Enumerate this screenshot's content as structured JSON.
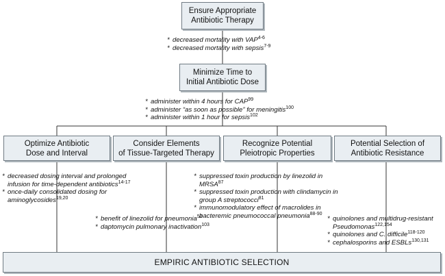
{
  "nodes": {
    "ensure": {
      "lines": [
        "Ensure Appropriate",
        "Antibiotic Therapy"
      ]
    },
    "minimize": {
      "lines": [
        "Minimize Time to",
        "Initial Antibiotic Dose"
      ]
    },
    "optimize": {
      "lines": [
        "Optimize Antibiotic",
        "Dose and Interval"
      ]
    },
    "tissue": {
      "lines": [
        "Consider Elements",
        "of Tissue-Targeted Therapy"
      ]
    },
    "pleiotropic": {
      "lines": [
        "Recognize Potential",
        "Pleiotropic Properties"
      ]
    },
    "resistance": {
      "lines": [
        "Potential Selection of",
        "Antibiotic Resistance"
      ]
    },
    "empiric": {
      "lines": [
        "EMPIRIC ANTIBIOTIC SELECTION"
      ]
    }
  },
  "notes": {
    "ensure": [
      {
        "text": "decreased mortality with VAP",
        "ref": "4-6"
      },
      {
        "text": "decreased mortality with sepsis",
        "ref": "7-9"
      }
    ],
    "minimize": [
      {
        "text": "administer within 4 hours for CAP",
        "ref": "99"
      },
      {
        "text": "administer “as soon as possible” for meningitis",
        "ref": "100"
      },
      {
        "text": "administer within 1 hour for sepsis",
        "ref": "102"
      }
    ],
    "optimize": [
      {
        "text": "decreased dosing interval and prolonged infusion for time-dependent antibiotics",
        "ref": "14-17"
      },
      {
        "text": "once-daily consolidated dosing for aminoglycosides",
        "ref": "19,20"
      }
    ],
    "tissue": [
      {
        "text": "benefit of linezolid for pneumonia",
        "ref": "52"
      },
      {
        "text": "daptomycin pulmonary inactivation",
        "ref": "103"
      }
    ],
    "pleiotropic": [
      {
        "text": "suppressed toxin production by linezolid in MRSA",
        "ref": "87"
      },
      {
        "text": "suppressed toxin production with clindamycin in group A streptococci",
        "ref": "81"
      },
      {
        "text": "immunomodulatory effect of macrolides in bacteremic pneumococcal pneumonia",
        "ref": "88-90"
      }
    ],
    "resistance": [
      {
        "text": "quinolones and multidrug-resistant Pseudomonas",
        "ref": "122,154"
      },
      {
        "text": "quinolones and C. difficile",
        "ref": "118-120"
      },
      {
        "text": "cephalosporins and ESBLs",
        "ref": "130,131"
      }
    ]
  },
  "colors": {
    "box_fill": "#e9eef2",
    "box_border": "#6f7a82",
    "line": "#333333"
  }
}
